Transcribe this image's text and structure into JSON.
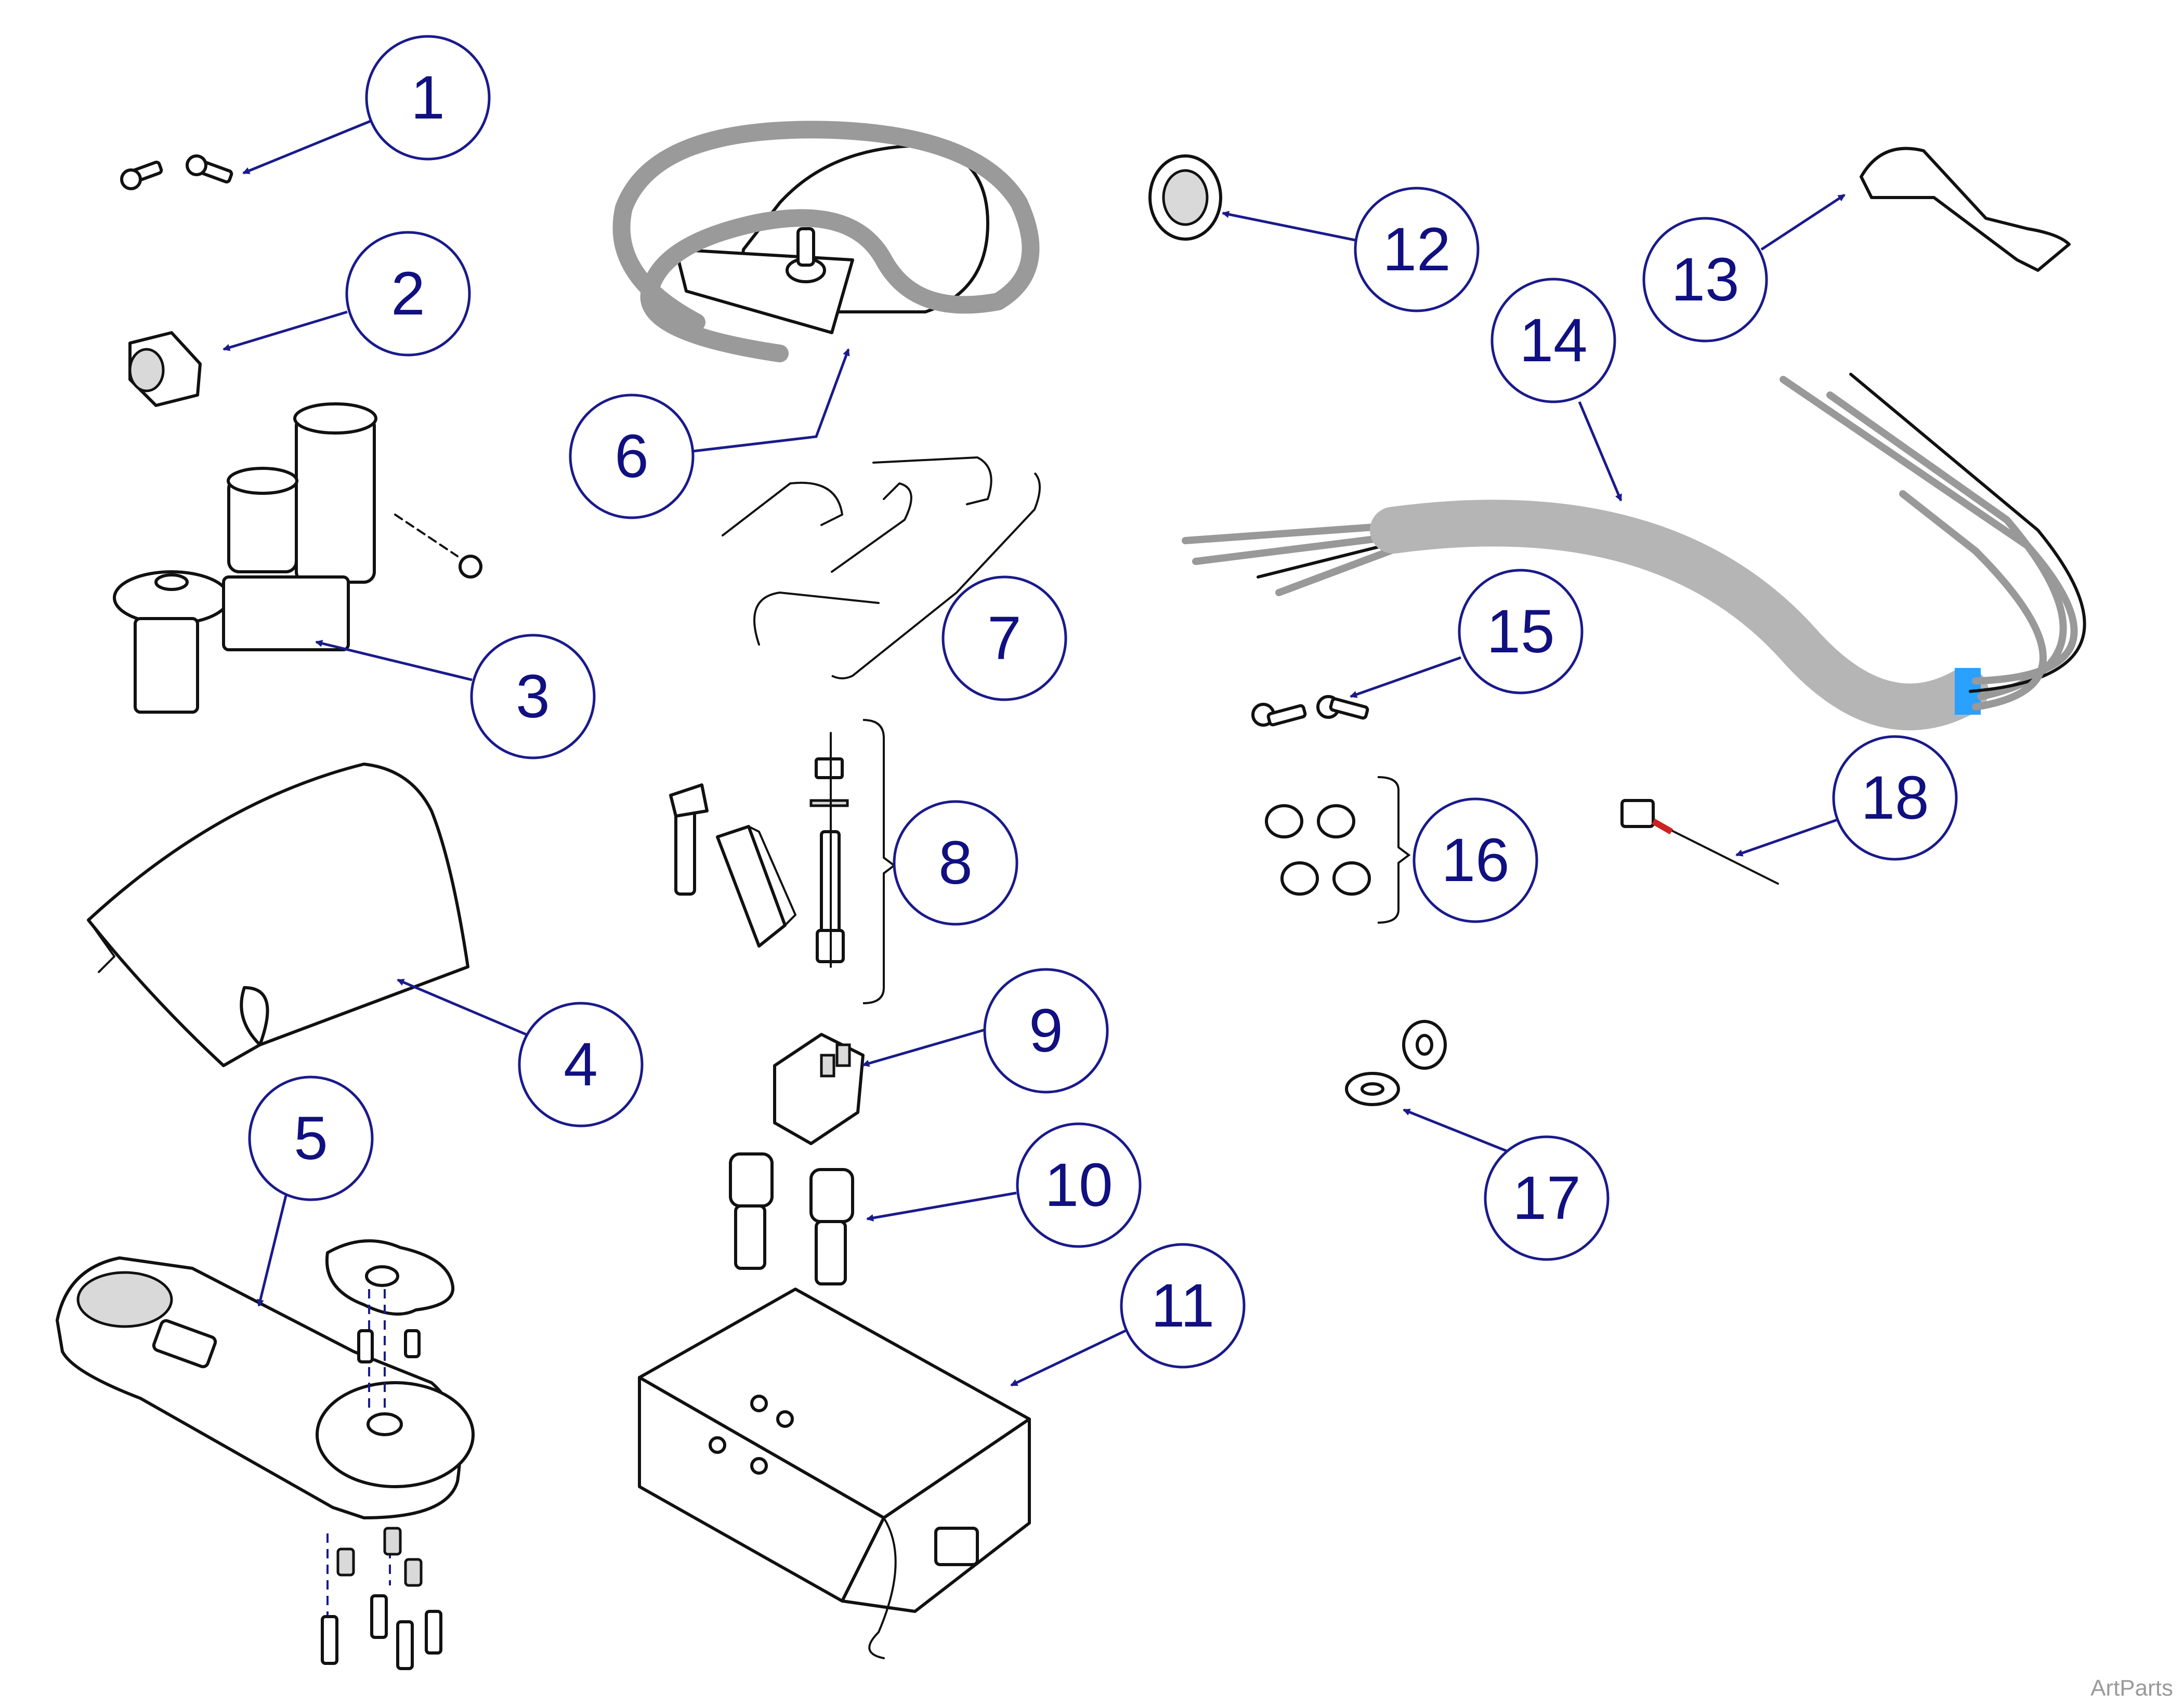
{
  "callouts": [
    "1",
    "2",
    "3",
    "4",
    "5",
    "6",
    "7",
    "8",
    "9",
    "10",
    "11",
    "12",
    "13",
    "14",
    "15",
    "16",
    "17",
    "18"
  ],
  "watermark": "ArtParts",
  "colors": {
    "callout_stroke": "#1a1a8c",
    "callout_text": "#101080",
    "hose_grey": "#9a9a9a",
    "band_blue": "#2aa0ff"
  }
}
